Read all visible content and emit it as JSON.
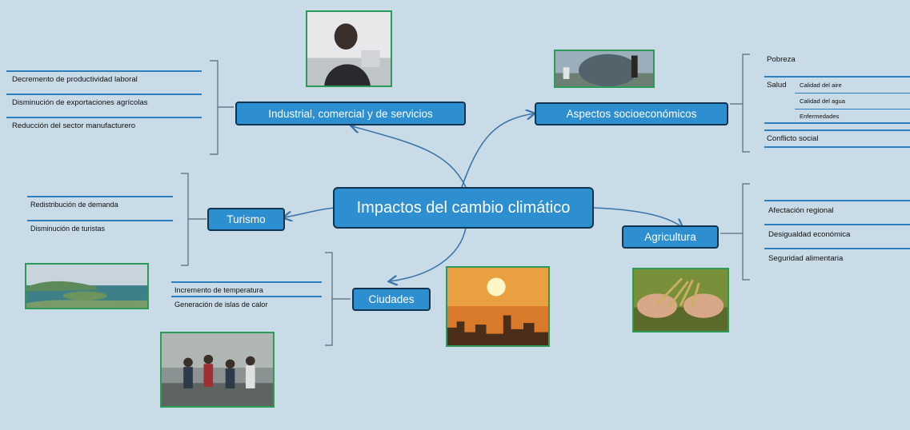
{
  "colors": {
    "background": "#c9dbe6",
    "node_fill": "#2d8fd0",
    "node_border": "#0f3550",
    "connector": "#3b75a8",
    "rule": "#2f7fc0",
    "photo_border": "#2e9a5a"
  },
  "central": {
    "label": "Impactos del cambio climático"
  },
  "industrial": {
    "label": "Industrial, comercial y de servicios",
    "items": [
      "Decremento de productividad laboral",
      "Disminución de exportaciones agrícolas",
      "Reducción del sector manufacturero"
    ]
  },
  "socio": {
    "label": "Aspectos socioeconómicos",
    "pobreza": "Pobreza",
    "salud": "Salud",
    "salud_items": [
      "Calidad del aire",
      "Calidad del agua",
      "Enfermedades"
    ],
    "conflicto": "Conflicto social"
  },
  "turismo": {
    "label": "Turismo",
    "items": [
      "Redistribución de demanda",
      "Disminución de turistas"
    ]
  },
  "agricultura": {
    "label": "Agricultura",
    "items": [
      "Afectación regional",
      "Desigualdad económica",
      "Seguridad alimentaria"
    ]
  },
  "ciudades": {
    "label": "Ciudades",
    "items": [
      "Incremento de temperatura",
      "Generación de islas de calor"
    ]
  },
  "photos": {
    "office_worker": "office-worker-photo",
    "industry": "industry-photo",
    "coast": "coast-photo",
    "sun_city": "sun-city-photo",
    "rice": "rice-photo",
    "protest": "protest-photo"
  }
}
